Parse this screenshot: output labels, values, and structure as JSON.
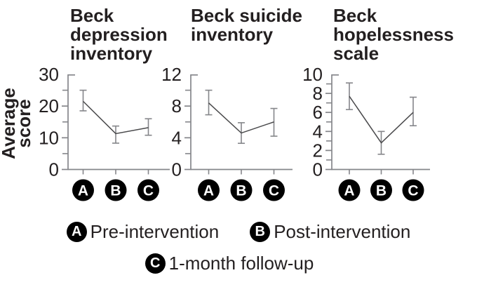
{
  "figure": {
    "ylabel": "Average score"
  },
  "legend": {
    "items": [
      {
        "marker": "A",
        "label": "Pre-intervention"
      },
      {
        "marker": "B",
        "label": "Post-intervention"
      },
      {
        "marker": "C",
        "label": "1-month follow-up"
      }
    ]
  },
  "colors": {
    "text": "#231f20",
    "axis": "#85868a",
    "data_line": "#4a4a4c",
    "error_bar": "#85868a",
    "marker_bg": "#000000",
    "marker_text": "#ffffff"
  },
  "chart_data": [
    {
      "type": "line",
      "title": "Beck\ndepression\ninventory",
      "xlabel": "",
      "ylabel": "Average score",
      "categories": [
        "A",
        "B",
        "C"
      ],
      "category_labels": [
        "Pre-intervention",
        "Post-intervention",
        "1-month follow-up"
      ],
      "series": [
        {
          "name": "Average score",
          "values": [
            21.5,
            11.3,
            13.2
          ],
          "error_low": [
            18.5,
            8.3,
            10.8
          ],
          "error_high": [
            25.0,
            13.7,
            16.0
          ]
        }
      ],
      "ylim": [
        0,
        30
      ],
      "yticks": [
        0,
        10,
        20,
        30
      ],
      "yticks_minor": [
        5,
        15,
        25
      ],
      "grid": false,
      "legend_position": "bottom"
    },
    {
      "type": "line",
      "title": "Beck suicide\ninventory",
      "xlabel": "",
      "ylabel": "Average score",
      "categories": [
        "A",
        "B",
        "C"
      ],
      "category_labels": [
        "Pre-intervention",
        "Post-intervention",
        "1-month follow-up"
      ],
      "series": [
        {
          "name": "Average score",
          "values": [
            8.4,
            4.6,
            6.0
          ],
          "error_low": [
            6.9,
            3.3,
            4.2
          ],
          "error_high": [
            10.0,
            5.9,
            7.7
          ]
        }
      ],
      "ylim": [
        0,
        12
      ],
      "yticks": [
        0,
        4,
        8,
        12
      ],
      "yticks_minor": [
        2,
        6,
        10
      ],
      "grid": false,
      "legend_position": "bottom"
    },
    {
      "type": "line",
      "title": "Beck\nhopelessness\nscale",
      "xlabel": "",
      "ylabel": "Average score",
      "categories": [
        "A",
        "B",
        "C"
      ],
      "category_labels": [
        "Pre-intervention",
        "Post-intervention",
        "1-month follow-up"
      ],
      "series": [
        {
          "name": "Average score",
          "values": [
            7.7,
            2.8,
            6.0
          ],
          "error_low": [
            6.3,
            1.6,
            4.6
          ],
          "error_high": [
            9.1,
            4.0,
            7.6
          ]
        }
      ],
      "ylim": [
        0,
        10
      ],
      "yticks": [
        0,
        2,
        4,
        6,
        8,
        10
      ],
      "yticks_minor": [
        1,
        3,
        5,
        7,
        9
      ],
      "grid": false,
      "legend_position": "bottom"
    }
  ]
}
